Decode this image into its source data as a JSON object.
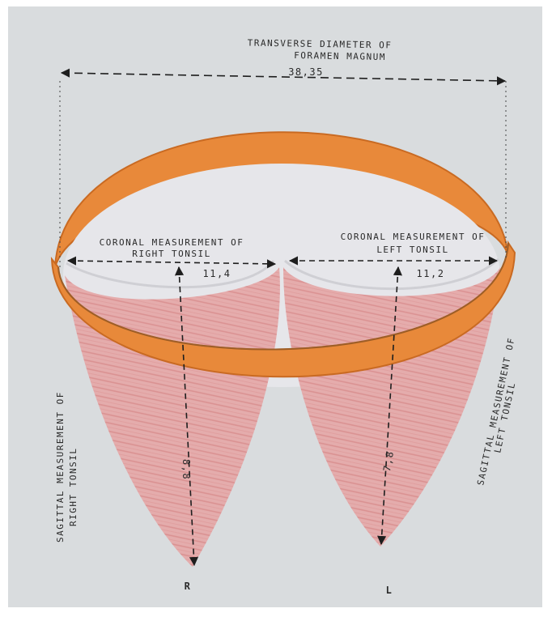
{
  "transverse": {
    "label_line1": "TRANSVERSE DIAMETER OF",
    "label_line2": "FORAMEN MAGNUM",
    "value": "38,35"
  },
  "right_tonsil": {
    "coronal_label_line1": "CORONAL MEASUREMENT OF",
    "coronal_label_line2": "RIGHT TONSIL",
    "coronal_value": "11,4",
    "sagittal_label_line1": "SAGITTAL MEASUREMENT OF",
    "sagittal_label_line2": "RIGHT TONSIL",
    "sagittal_value": "8,8",
    "side": "R"
  },
  "left_tonsil": {
    "coronal_label_line1": "CORONAL MEASUREMENT OF",
    "coronal_label_line2": "LEFT TONSIL",
    "coronal_value": "11,2",
    "sagittal_label_line1": "SAGITTAL MEASUREMENT OF",
    "sagittal_label_line2": "LEFT TONSIL",
    "sagittal_value": "7,8",
    "side": "L"
  },
  "colors": {
    "paper": "#d9dcde",
    "ring": "#e8893a",
    "ring_dark": "#c96a22",
    "tonsil": "#e3a5a5",
    "tonsil_streak": "#d77f7f",
    "disc": "#e6e6ea"
  }
}
